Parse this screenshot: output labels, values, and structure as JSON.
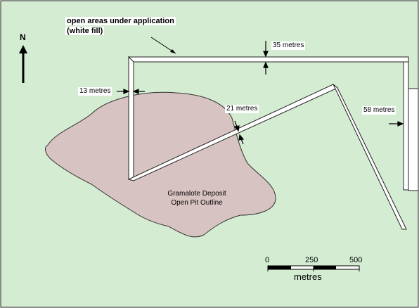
{
  "legend": {
    "line1": "open areas under application",
    "line2": "(white fill)"
  },
  "north": "N",
  "deposit": {
    "line1": "Gramalote Deposit",
    "line2": "Open Pit Outline"
  },
  "widths": {
    "w13": "13 metres",
    "w35": "35 metres",
    "w21": "21 metres",
    "w58": "58 metres"
  },
  "scale": {
    "ticks": [
      "0",
      "250",
      "500"
    ],
    "unit": "metres"
  },
  "colors": {
    "background": "#d4ecd1",
    "deposit": "#d8c3c3",
    "open_area": "#ffffff"
  }
}
